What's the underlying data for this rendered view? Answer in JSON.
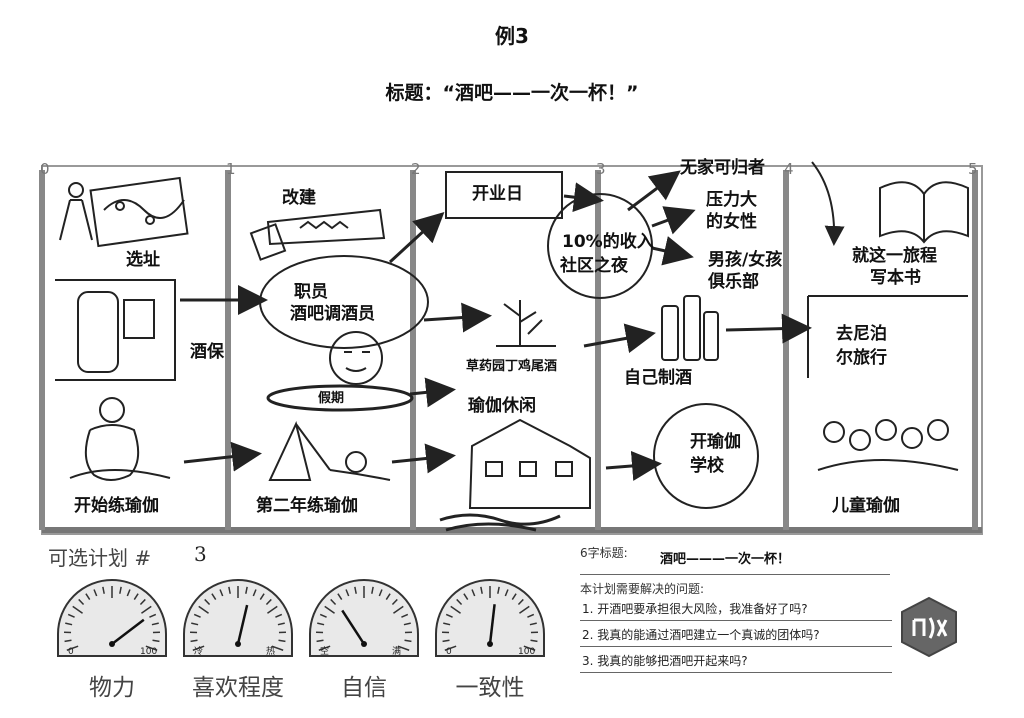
{
  "header": {
    "example": "例3",
    "title": "标题：“酒吧——一次一杯！”"
  },
  "timeline": {
    "ticks": [
      "0",
      "1",
      "2",
      "3",
      "4",
      "5"
    ]
  },
  "board": {
    "site_selection": "选址",
    "bartender_short": "酒保",
    "renovation": "改建",
    "staff_line1": "职员",
    "staff_line2": "酒吧调酒员",
    "vacation": "假期",
    "opening_day": "开业日",
    "community_night_line1": "10%的收入",
    "community_night_line2": "社区之夜",
    "homeless": "无家可归者",
    "stressed_line1": "压力大",
    "stressed_line2": "的女性",
    "clubs_line1": "男孩/女孩",
    "clubs_line2": "俱乐部",
    "book_line1": "就这一旅程",
    "book_line2": "写本书",
    "herb_cocktail": "草药园丁鸡尾酒",
    "own_brew": "自己制酒",
    "nepal_line1": "去尼泊",
    "nepal_line2": "尔旅行",
    "yoga_leisure": "瑜伽休闲",
    "start_yoga": "开始练瑜伽",
    "second_year_yoga": "第二年练瑜伽",
    "yoga_school_line1": "开瑜伽",
    "yoga_school_line2": "学校",
    "kids_yoga": "儿童瑜伽"
  },
  "plan": {
    "label": "可选计划 #",
    "number": "3"
  },
  "six_word": {
    "label": "6字标题:",
    "value": "酒吧———一次一杯！"
  },
  "questions": {
    "heading": "本计划需要解决的问题:",
    "items": [
      "1. 开酒吧要承担很大风险，我准备好了吗?",
      "2. 我真的能通过酒吧建立一个真诚的团体吗?",
      "3. 我真的能够把酒吧开起来吗?"
    ]
  },
  "gauges": [
    {
      "name": "物力",
      "min_label": "0",
      "max_label": "100",
      "fraction": 0.74
    },
    {
      "name": "喜欢程度",
      "min_label": "冷",
      "max_label": "热",
      "fraction": 0.56
    },
    {
      "name": "自信",
      "min_label": "空",
      "max_label": "满",
      "fraction": 0.35
    },
    {
      "name": "一致性",
      "min_label": "0",
      "max_label": "100",
      "fraction": 0.53
    }
  ]
}
